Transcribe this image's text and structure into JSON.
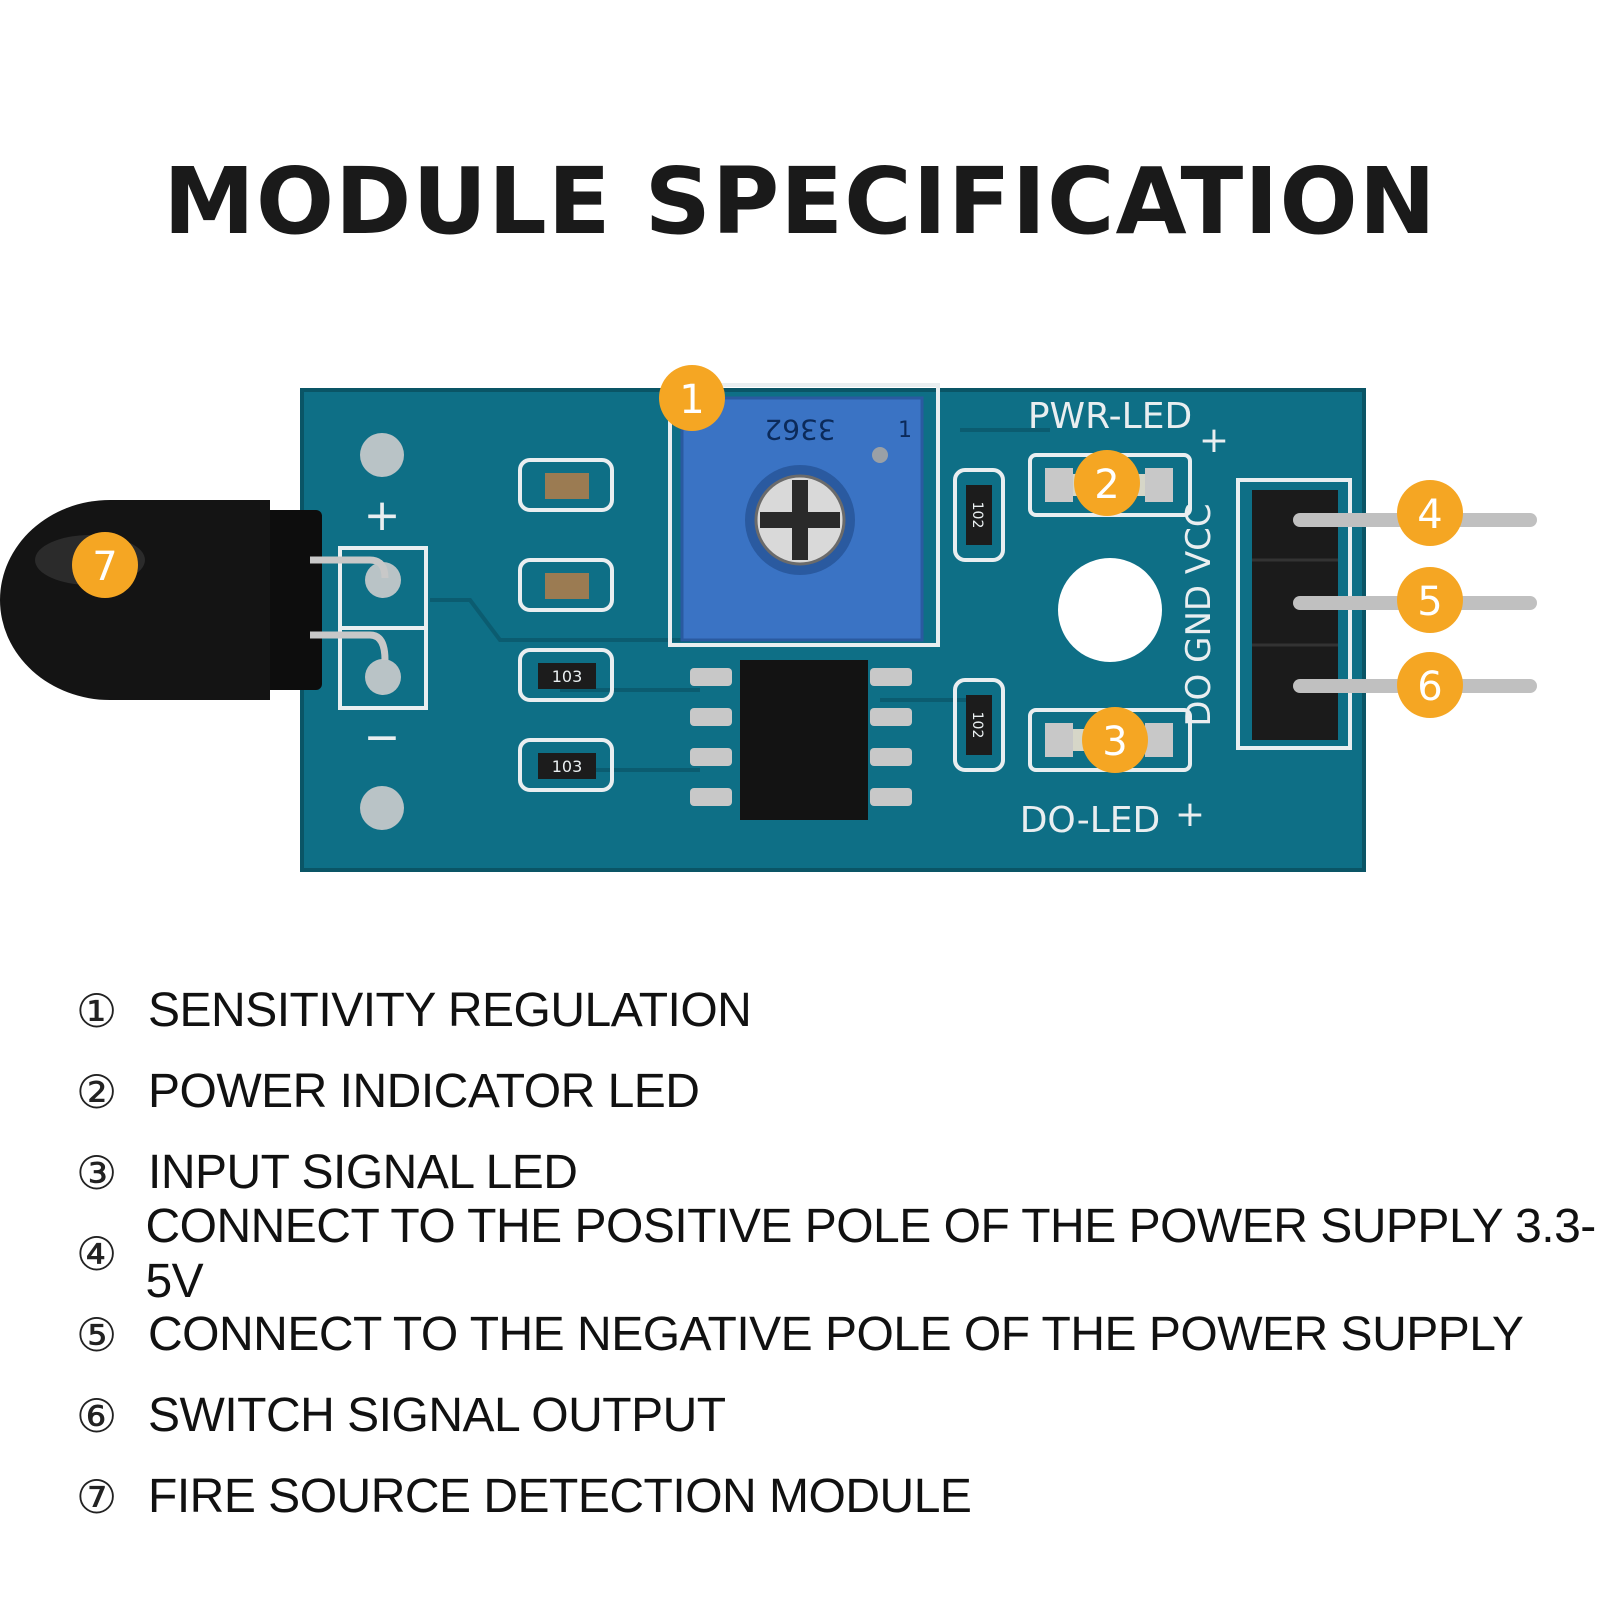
{
  "title": "MODULE SPECIFICATION",
  "colors": {
    "board": "#0e6f86",
    "board_dark": "#0a5566",
    "marker": "#f5a623",
    "silkscreen": "#e9eef0",
    "trimpot": "#3a73c4",
    "header": "#1b1b1b"
  },
  "board_labels": {
    "pwr_led": "PWR-LED",
    "do_led": "DO-LED",
    "plus": "+",
    "minus": "−",
    "header_pins": "DO GND VCC",
    "trimpot_code": "3362",
    "trimpot_pin": "1",
    "res_102_a": "102",
    "res_102_b": "102",
    "res_103_a": "103",
    "res_103_b": "103"
  },
  "markers": [
    {
      "num": "1"
    },
    {
      "num": "2"
    },
    {
      "num": "3"
    },
    {
      "num": "4"
    },
    {
      "num": "5"
    },
    {
      "num": "6"
    },
    {
      "num": "7"
    }
  ],
  "legend": [
    {
      "num": "①",
      "text": "SENSITIVITY REGULATION"
    },
    {
      "num": "②",
      "text": "POWER INDICATOR LED"
    },
    {
      "num": "③",
      "text": "INPUT SIGNAL LED"
    },
    {
      "num": "④",
      "text": "CONNECT TO THE POSITIVE POLE OF THE POWER SUPPLY 3.3-5V"
    },
    {
      "num": "⑤",
      "text": "CONNECT TO THE NEGATIVE POLE OF THE POWER SUPPLY"
    },
    {
      "num": "⑥",
      "text": "SWITCH SIGNAL OUTPUT"
    },
    {
      "num": "⑦",
      "text": "FIRE SOURCE DETECTION MODULE"
    }
  ]
}
